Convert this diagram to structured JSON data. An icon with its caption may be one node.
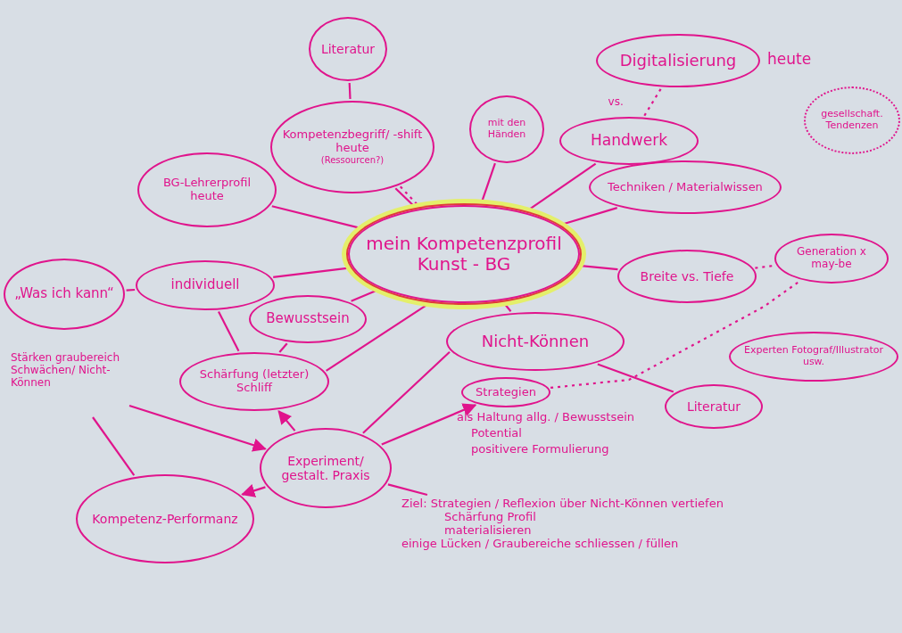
{
  "diagram": {
    "nodes": [
      {
        "text": [
          "Literatur"
        ]
      },
      {
        "text": [
          "Kompetenzbegriff/ -shift heute",
          "(Ressourcen?)"
        ]
      },
      {
        "text": [
          "mit den Händen"
        ]
      },
      {
        "text": [
          "Digitalisierung"
        ],
        "beside": [
          "heute"
        ]
      },
      {
        "text": [
          "Handwerk"
        ]
      },
      {
        "text": [
          "Techniken / Materialwissen"
        ]
      },
      {
        "text": [
          "gesellschaft. Tendenzen"
        ]
      },
      {
        "text": [
          "BG-Lehrerprofil heute"
        ]
      },
      {
        "text": [
          "mein Kompetenzprofil Kunst - BG"
        ]
      },
      {
        "text": [
          "„Was ich kann“"
        ]
      },
      {
        "text": [
          "individuell"
        ]
      },
      {
        "text": [
          "Bewusstsein"
        ]
      },
      {
        "text": [
          "Schärfung (letzter) Schliff"
        ]
      },
      {
        "text": [
          "Breite vs. Tiefe"
        ]
      },
      {
        "text": [
          "Generation x may-be"
        ]
      },
      {
        "text": [
          "Experten Fotograf/Illustrator usw."
        ]
      },
      {
        "text": [
          "Nicht-Können"
        ]
      },
      {
        "text": [
          "Literatur"
        ]
      },
      {
        "text": [
          "Strategien"
        ],
        "beside": [
          "als Haltung allg. / Bewusstsein",
          "Potential",
          "positivere Formulierung"
        ]
      },
      {
        "text": [
          "Stärken graubereich Schwächen/ Nicht-Können"
        ]
      },
      {
        "text": [
          "Experiment/ gestalt. Praxis"
        ]
      },
      {
        "text": [
          "Kompetenz-Performanz"
        ]
      },
      {
        "text": [
          "Ziel: Strategien / Reflexion über Nicht-Können vertiefen",
          "Schärfung Profil",
          "materialisieren",
          "einige Lücken / Graubereiche schliessen / füllen"
        ]
      }
    ],
    "edges": [
      {
        "from": 0,
        "to": 1,
        "arrow": "none"
      },
      {
        "from": 1,
        "to": 8,
        "arrow": "none"
      },
      {
        "from": 1,
        "to": 8,
        "arrow": "none",
        "style": "dashed"
      },
      {
        "from": 2,
        "to": 8,
        "arrow": "none"
      },
      {
        "from": 4,
        "to": 8,
        "arrow": "none"
      },
      {
        "from": 5,
        "to": 8,
        "arrow": "none"
      },
      {
        "from": 4,
        "to": 3,
        "arrow": "none",
        "style": "dashed",
        "label": "vs."
      },
      {
        "from": 7,
        "to": 8,
        "arrow": "none"
      },
      {
        "from": 10,
        "to": 8,
        "arrow": "none"
      },
      {
        "from": 9,
        "to": 10,
        "arrow": "none"
      },
      {
        "from": 10,
        "to": 12,
        "arrow": "none"
      },
      {
        "from": 11,
        "to": 8,
        "arrow": "none"
      },
      {
        "from": 11,
        "to": 12,
        "arrow": "none"
      },
      {
        "from": 8,
        "to": 12,
        "arrow": "none"
      },
      {
        "from": 8,
        "to": 13,
        "arrow": "none"
      },
      {
        "from": 8,
        "to": 16,
        "arrow": "none"
      },
      {
        "from": 16,
        "to": 20,
        "arrow": "none"
      },
      {
        "from": 20,
        "to": 18,
        "arrow": "to"
      },
      {
        "from": 16,
        "to": 17,
        "arrow": "none"
      },
      {
        "from": 13,
        "to": 14,
        "arrow": "none",
        "style": "dashed"
      },
      {
        "from": 18,
        "to": 14,
        "arrow": "none",
        "style": "dashed"
      },
      {
        "from": 20,
        "to": 12,
        "arrow": "to"
      },
      {
        "from": 19,
        "to": 20,
        "arrow": "to"
      },
      {
        "from": 19,
        "to": 21,
        "arrow": "none"
      },
      {
        "from": 20,
        "to": 21,
        "arrow": "to"
      },
      {
        "from": 20,
        "to": 22,
        "arrow": "none"
      }
    ]
  }
}
